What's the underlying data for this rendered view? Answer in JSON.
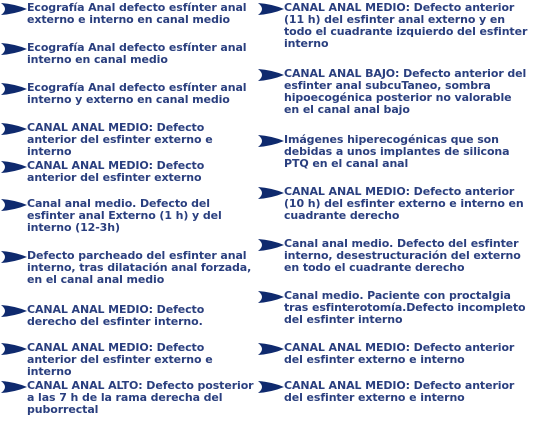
{
  "colors": {
    "text": "#2a3f7f",
    "bullet": "#0f2a6e"
  },
  "icon": "arrow-bullet-icon",
  "left_column": [
    {
      "text": "Ecografía Anal defecto esfínter anal externo e interno en canal medio"
    },
    {
      "text": "Ecografía Anal defecto esfínter anal interno en canal medio"
    },
    {
      "text": "Ecografía Anal defecto esfínter anal interno y externo en canal medio"
    },
    {
      "text": "CANAL ANAL MEDIO: Defecto anterior del esfinter externo e interno"
    },
    {
      "text": "CANAL ANAL MEDIO: Defecto anterior del esfinter externo"
    },
    {
      "text": "Canal anal medio. Defecto del esfinter anal Externo (1 h) y del interno (12-3h)"
    },
    {
      "text": "Defecto parcheado del esfinter anal interno, tras dilatación anal forzada, en el canal anal medio"
    },
    {
      "text": "CANAL ANAL MEDIO: Defecto derecho del esfinter interno."
    },
    {
      "text": "CANAL ANAL MEDIO: Defecto anterior del esfinter externo e interno"
    },
    {
      "text": "CANAL ANAL ALTO: Defecto posterior a las 7 h de la rama derecha del puborrectal"
    }
  ],
  "right_column": [
    {
      "text": "CANAL ANAL MEDIO: Defecto anterior (11 h) del esfinter anal externo y en todo el cuadrante izquierdo del esfinter interno"
    },
    {
      "text": "CANAL ANAL BAJO: Defecto anterior del esfinter anal subcuTaneo, sombra hipoecogénica posterior no valorable en el canal anal bajo"
    },
    {
      "text": "Imágenes hiperecogénicas que son debidas a unos implantes de silicona PTQ en el canal anal"
    },
    {
      "text": "CANAL ANAL MEDIO: Defecto anterior (10 h) del esfinter externo e interno en cuadrante derecho"
    },
    {
      "text": "Canal anal medio. Defecto del esfinter interno, desestructuración del externo en todo el cuadrante derecho"
    },
    {
      "text": "Canal medio. Paciente con proctalgia tras esfinterotomía.Defecto incompleto del esfinter interno"
    },
    {
      "text": "CANAL ANAL MEDIO: Defecto anterior del esfinter externo e interno"
    },
    {
      "text": "CANAL ANAL MEDIO: Defecto anterior del esfinter externo e interno"
    }
  ]
}
